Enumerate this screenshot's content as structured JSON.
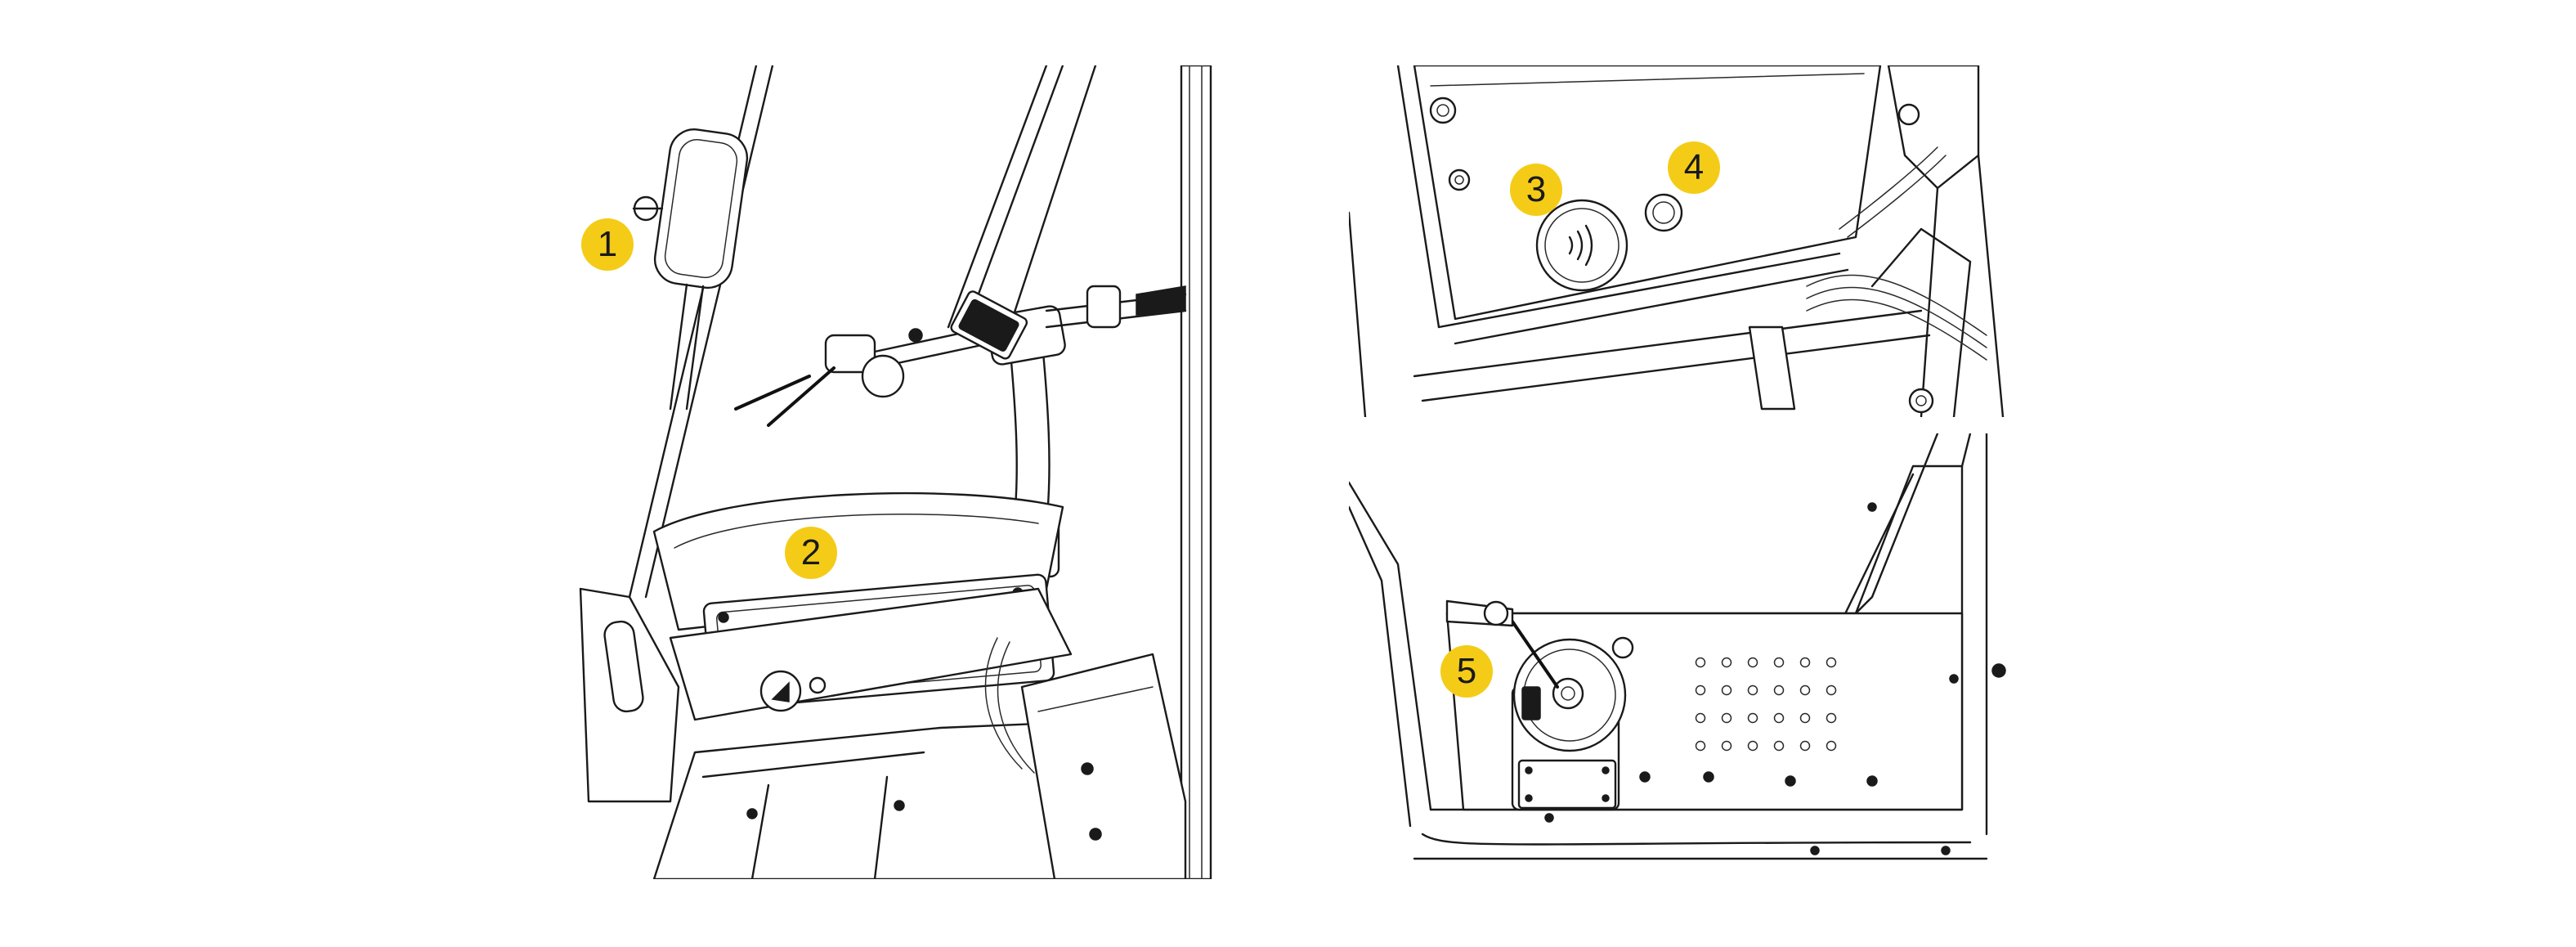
{
  "accent_color": "#f4cc18",
  "callouts": [
    {
      "number": "1"
    },
    {
      "number": "2"
    },
    {
      "number": "3"
    },
    {
      "number": "4"
    },
    {
      "number": "5"
    }
  ]
}
